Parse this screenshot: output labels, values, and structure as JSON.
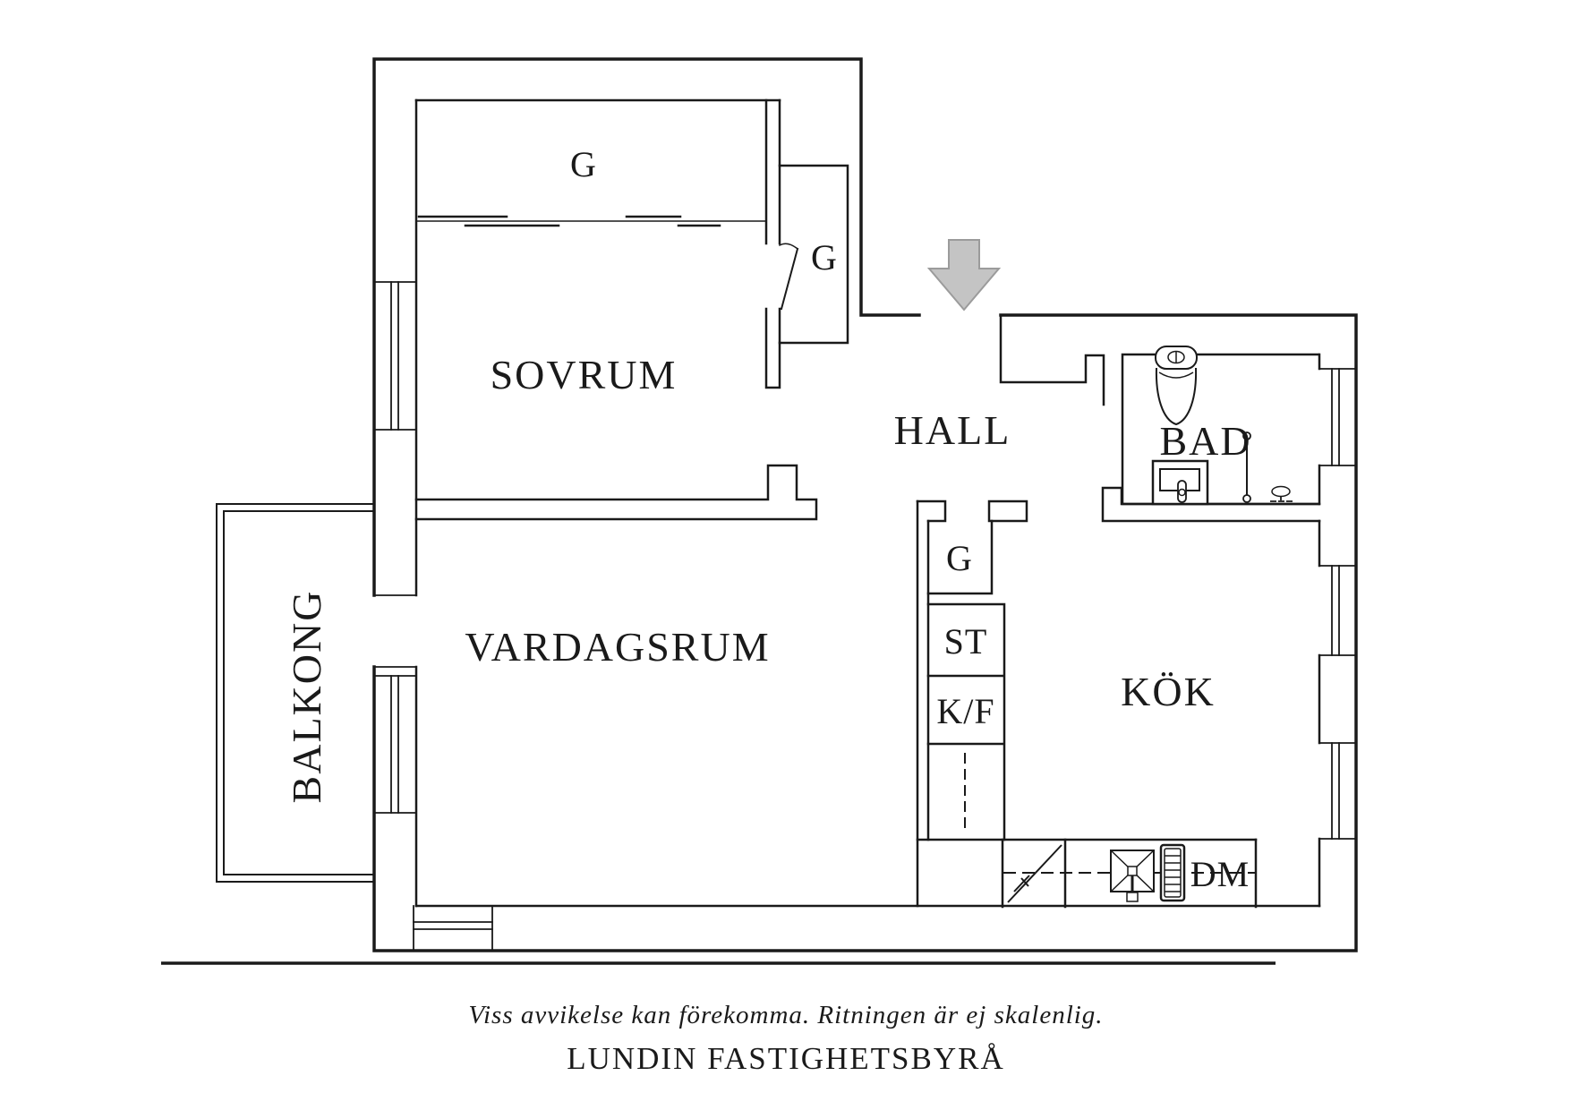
{
  "labels": {
    "bedroom": "SOVRUM",
    "living_room": "VARDAGSRUM",
    "hall": "HALL",
    "kitchen": "KÖK",
    "bathroom": "BAD",
    "balcony": "BALKONG",
    "wardrobe_top": "G",
    "wardrobe_hall": "G",
    "wardrobe_column": "G",
    "cleaning_closet": "ST",
    "fridge_freezer": "K/F",
    "dishwasher": "DM"
  },
  "footer": {
    "disclaimer": "Viss avvikelse kan förekomma. Ritningen är ej skalenlig.",
    "brand": "LUNDIN FASTIGHETSBYRÅ"
  },
  "colors": {
    "background": "#ffffff",
    "line": "#1a1a1a",
    "arrow_fill": "#c4c4c4",
    "arrow_stroke": "#9b9b9b"
  }
}
